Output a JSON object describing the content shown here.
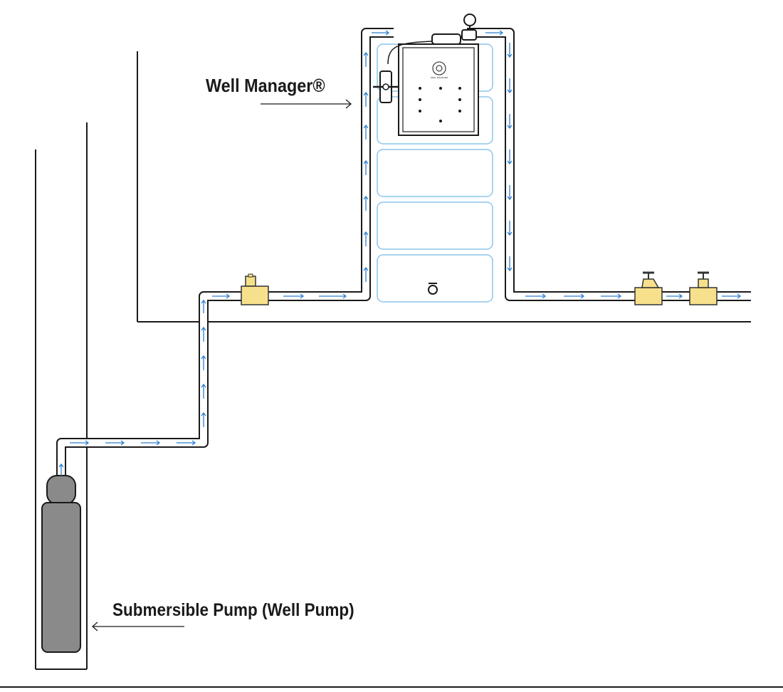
{
  "labels": {
    "well_manager": "Well Manager®",
    "pump": "Submersible Pump (Well Pump)",
    "unit_logo": "WELL MANAGER"
  },
  "colors": {
    "outline": "#1a1a1a",
    "pipe_fill": "#ffffff",
    "flow_arrow": "#2f7fd0",
    "tank_outline": "#8cc6ec",
    "valve_body": "#f7e08c",
    "valve_stroke": "#333333",
    "pump_body": "#8a8a8a",
    "background": "#ffffff"
  },
  "icons": {
    "flow_arrows": "arrow-icon",
    "valves": "valve-icon",
    "pump": "pump-icon",
    "gauge": "pressure-gauge-icon",
    "logo": "well-manager-logo"
  }
}
